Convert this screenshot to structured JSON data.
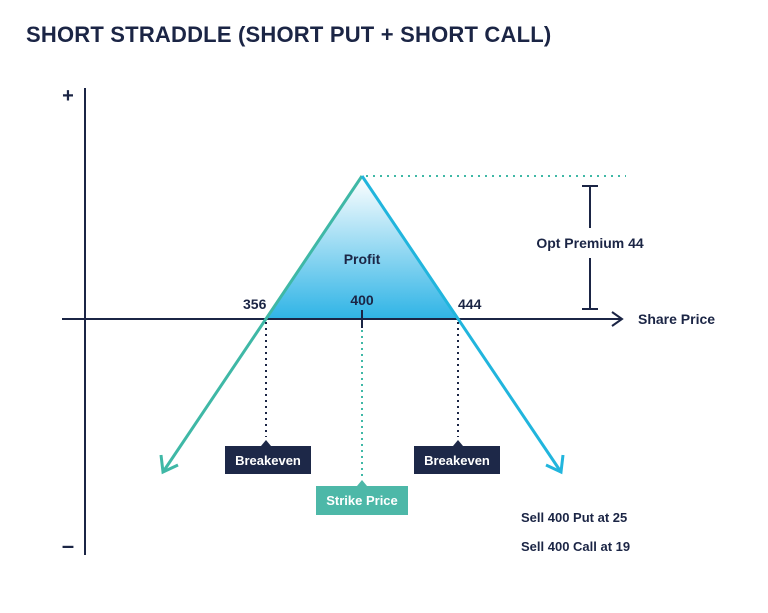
{
  "title": "SHORT STRADDLE (SHORT PUT + SHORT CALL)",
  "axis": {
    "plus_sign": "+",
    "minus_sign": "–",
    "x_label": "Share Price"
  },
  "prices": {
    "lower_breakeven": "356",
    "strike": "400",
    "upper_breakeven": "444"
  },
  "labels": {
    "profit": "Profit",
    "premium": "Opt Premium 44",
    "breakeven_left": "Breakeven",
    "breakeven_right": "Breakeven",
    "strike_price": "Strike Price"
  },
  "notes": {
    "put": "Sell 400 Put at 25",
    "call": "Sell 400 Call at 19"
  },
  "colors": {
    "navy": "#1b2545",
    "teal": "#3fb8a6",
    "cyan": "#21b5dd",
    "strike_box": "#4db8a8",
    "breakeven_box": "#1d2848"
  }
}
